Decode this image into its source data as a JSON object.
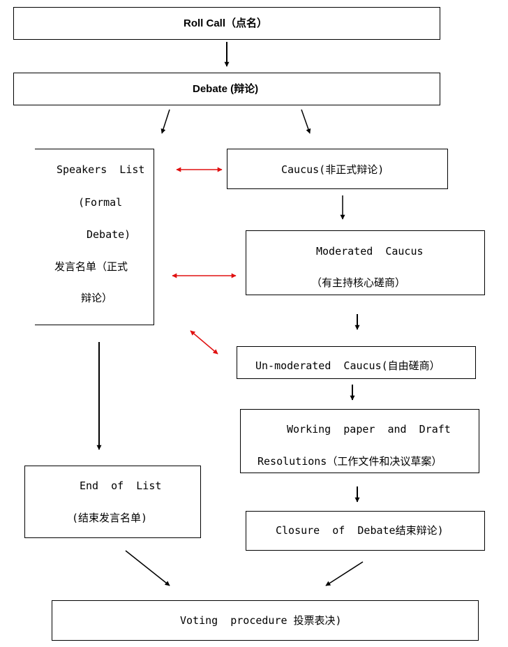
{
  "nodes": {
    "roll_call": "Roll Call（点名）",
    "debate": "Debate (辩论)",
    "speakers_list": {
      "line1": "Speakers  List",
      "line2": "(Formal",
      "line3": "Debate)",
      "line4": "发言名单（正式",
      "line5": "辩论）"
    },
    "caucus": "Caucus(非正式辩论)",
    "moderated_caucus": {
      "line1": "Moderated  Caucus",
      "line2": "（有主持核心磋商）"
    },
    "unmoderated_caucus": "Un-moderated  Caucus(自由磋商）",
    "working_paper": {
      "line1": "Working  paper  and  Draft",
      "line2": "Resolutions（工作文件和决议草案）"
    },
    "end_of_list": {
      "line1": "End  of  List",
      "line2": "(结束发言名单)"
    },
    "closure_of_debate": "Closure  of  Debate结束辩论)",
    "voting_procedure": "Voting  procedure 投票表决)"
  },
  "colors": {
    "border": "#000000",
    "arrow": "#000000",
    "bidirectional_arrow": "#e01010",
    "background": "#ffffff"
  }
}
